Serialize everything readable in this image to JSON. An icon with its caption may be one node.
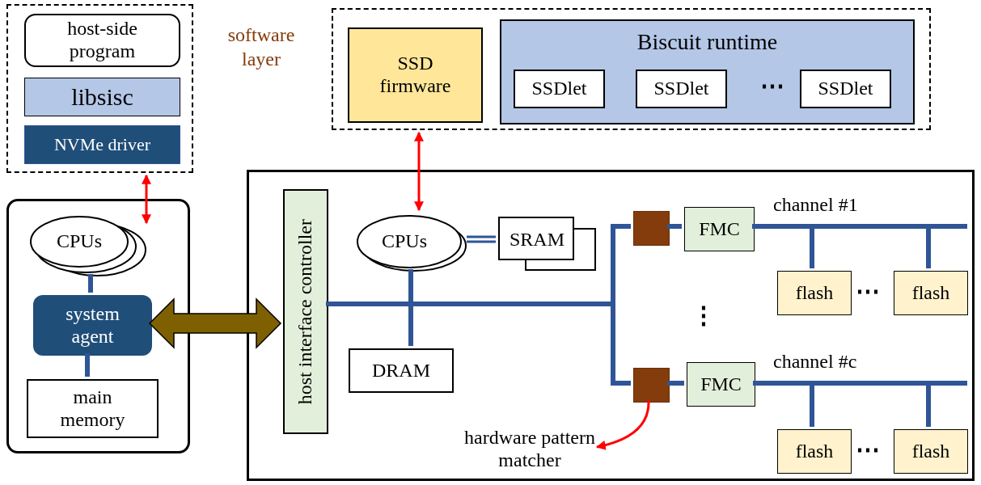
{
  "diagram": {
    "nodes": [
      {
        "text": [],
        "shape": "box"
      },
      {
        "text": [
          "host-side program"
        ],
        "in": 0
      },
      {
        "text": [
          "libsisc"
        ],
        "in": 0
      },
      {
        "text": [
          "NVMe driver"
        ],
        "in": 0
      },
      {
        "text": [],
        "shape": "box"
      },
      {
        "text": [
          "SSD firmware"
        ],
        "in": 4
      },
      {
        "text": [
          "Biscuit runtime"
        ],
        "in": 4
      },
      {
        "text": [
          "SSDlet"
        ],
        "in": 6
      },
      {
        "text": [
          "SSDlet"
        ],
        "in": 6
      },
      {
        "text": [
          "SSDlet"
        ],
        "in": 6
      },
      {
        "text": [],
        "shape": "box"
      },
      {
        "text": [
          "CPUs"
        ],
        "in": 10
      },
      {
        "text": [
          "system agent"
        ],
        "in": 10
      },
      {
        "text": [
          "main memory"
        ],
        "in": 10
      },
      {
        "text": [],
        "shape": "box"
      },
      {
        "text": [
          "host interface controller"
        ],
        "in": 14
      },
      {
        "text": [
          "CPUs"
        ],
        "in": 14
      },
      {
        "text": [
          "SRAM"
        ],
        "in": 14
      },
      {
        "text": [
          "DRAM"
        ],
        "in": 14
      },
      {
        "text": [],
        "shape": "box",
        "in": 14
      },
      {
        "text": [],
        "shape": "box",
        "in": 14
      },
      {
        "text": [
          "FMC"
        ],
        "in": 14
      },
      {
        "text": [
          "FMC"
        ],
        "in": 14
      },
      {
        "text": [
          "flash"
        ],
        "in": 14
      },
      {
        "text": [
          "flash"
        ],
        "in": 14
      },
      {
        "text": [
          "flash"
        ],
        "in": 14
      },
      {
        "text": [
          "flash"
        ],
        "in": 14
      },
      {
        "text": [
          "hardware pattern matcher"
        ],
        "in": 14
      }
    ],
    "edges": [
      {
        "from": 0,
        "to": 11,
        "arrow": "both",
        "color": "#ff0000"
      },
      {
        "from": 4,
        "to": 16,
        "arrow": "both",
        "color": "#ff0000"
      },
      {
        "from": 11,
        "to": 12,
        "arrow": "none"
      },
      {
        "from": 12,
        "to": 13,
        "arrow": "none"
      },
      {
        "from": 12,
        "to": 15,
        "arrow": "both",
        "style": "thick",
        "color": "#7f6000"
      },
      {
        "from": 15,
        "to": 16,
        "arrow": "none"
      },
      {
        "from": 15,
        "to": 18,
        "arrow": "none"
      },
      {
        "from": 15,
        "to": 19,
        "arrow": "none"
      },
      {
        "from": 15,
        "to": 20,
        "arrow": "none"
      },
      {
        "from": 16,
        "to": 17,
        "arrow": "none"
      },
      {
        "from": 19,
        "to": 21,
        "arrow": "none"
      },
      {
        "from": 20,
        "to": 22,
        "arrow": "none"
      },
      {
        "from": 21,
        "to": 23,
        "arrow": "none"
      },
      {
        "from": 21,
        "to": 24,
        "arrow": "none"
      },
      {
        "from": 22,
        "to": 25,
        "arrow": "none"
      },
      {
        "from": 22,
        "to": 26,
        "arrow": "none"
      },
      {
        "from": 20,
        "to": 27,
        "arrow": "to",
        "color": "#ff0000"
      }
    ],
    "labels": [
      "software layer",
      "⋯",
      "channel #1",
      "⋯",
      "⋮",
      "channel #c",
      "⋯"
    ]
  }
}
